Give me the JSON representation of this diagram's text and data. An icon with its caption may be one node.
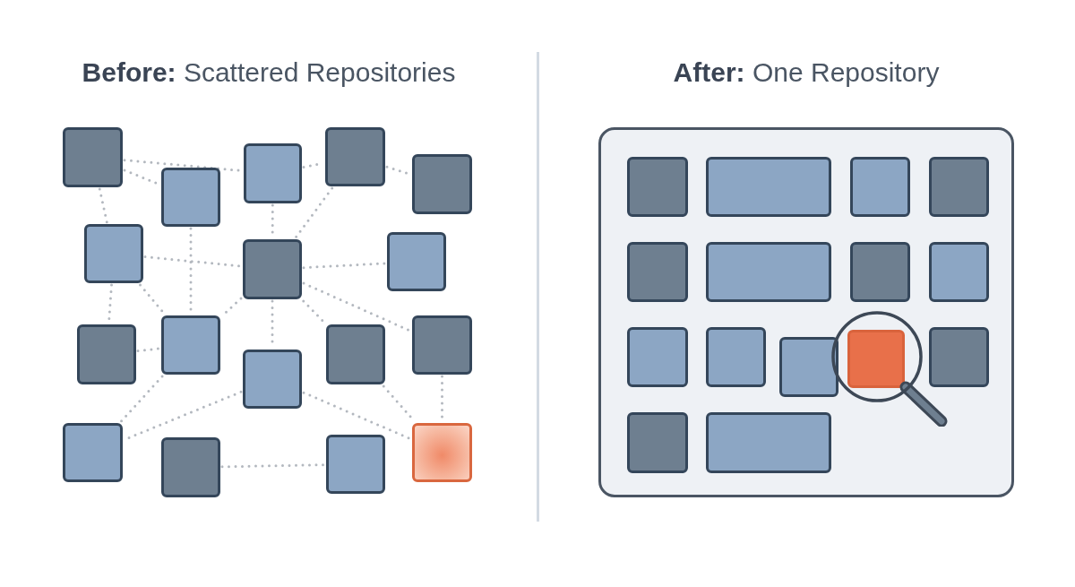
{
  "diagram": {
    "nodes": [
      {
        "text": [],
        "shape": "box"
      },
      {
        "text": [],
        "shape": "box"
      },
      {
        "text": [],
        "shape": "box"
      },
      {
        "text": [],
        "shape": "box"
      },
      {
        "text": [],
        "shape": "box"
      },
      {
        "text": [],
        "shape": "box"
      },
      {
        "text": [],
        "shape": "box"
      },
      {
        "text": [],
        "shape": "box"
      },
      {
        "text": [],
        "shape": "box"
      },
      {
        "text": [],
        "shape": "box"
      },
      {
        "text": [],
        "shape": "box"
      },
      {
        "text": [],
        "shape": "box"
      },
      {
        "text": [],
        "shape": "box"
      },
      {
        "text": [],
        "shape": "box"
      },
      {
        "text": [],
        "shape": "box"
      },
      {
        "text": [],
        "shape": "box"
      },
      {
        "text": [],
        "shape": "box"
      },
      {
        "text": [],
        "shape": "box"
      },
      {
        "text": [],
        "shape": "box",
        "in": 17
      },
      {
        "text": [],
        "shape": "box",
        "in": 17
      },
      {
        "text": [],
        "shape": "box",
        "in": 17
      },
      {
        "text": [],
        "shape": "box",
        "in": 17
      },
      {
        "text": [],
        "shape": "box",
        "in": 17
      },
      {
        "text": [],
        "shape": "box",
        "in": 17
      },
      {
        "text": [],
        "shape": "box",
        "in": 17
      },
      {
        "text": [],
        "shape": "box",
        "in": 17
      },
      {
        "text": [],
        "shape": "box",
        "in": 17
      },
      {
        "text": [],
        "shape": "box",
        "in": 17
      },
      {
        "text": [],
        "shape": "box",
        "in": 17
      },
      {
        "text": [],
        "shape": "box",
        "in": 17
      },
      {
        "text": [],
        "shape": "box",
        "in": 17
      },
      {
        "text": [],
        "shape": "box",
        "in": 17
      },
      {
        "text": [],
        "shape": "box",
        "in": 17
      }
    ],
    "edges": [
      {
        "from": 0,
        "to": 2,
        "arrow": "none"
      },
      {
        "from": 0,
        "to": 1,
        "arrow": "none"
      },
      {
        "from": 0,
        "to": 5,
        "arrow": "none"
      },
      {
        "from": 2,
        "to": 3,
        "arrow": "none"
      },
      {
        "from": 3,
        "to": 4,
        "arrow": "none"
      },
      {
        "from": 2,
        "to": 6,
        "arrow": "none"
      },
      {
        "from": 3,
        "to": 6,
        "arrow": "none"
      },
      {
        "from": 5,
        "to": 6,
        "arrow": "none"
      },
      {
        "from": 1,
        "to": 9,
        "arrow": "none"
      },
      {
        "from": 6,
        "to": 7,
        "arrow": "none"
      },
      {
        "from": 6,
        "to": 11,
        "arrow": "none"
      },
      {
        "from": 6,
        "to": 10,
        "arrow": "none"
      },
      {
        "from": 10,
        "to": 16,
        "arrow": "none"
      },
      {
        "from": 6,
        "to": 12,
        "arrow": "none"
      },
      {
        "from": 6,
        "to": 9,
        "arrow": "none"
      },
      {
        "from": 5,
        "to": 8,
        "arrow": "none"
      },
      {
        "from": 5,
        "to": 9,
        "arrow": "none"
      },
      {
        "from": 8,
        "to": 9,
        "arrow": "none"
      },
      {
        "from": 9,
        "to": 13,
        "arrow": "none"
      },
      {
        "from": 12,
        "to": 13,
        "arrow": "none"
      },
      {
        "from": 14,
        "to": 15,
        "arrow": "none"
      },
      {
        "from": 12,
        "to": 16,
        "arrow": "none"
      },
      {
        "from": 11,
        "to": 16,
        "arrow": "none"
      }
    ],
    "labels": [
      "**Before:** Scattered Repositories",
      "**After:** One Repository"
    ]
  }
}
